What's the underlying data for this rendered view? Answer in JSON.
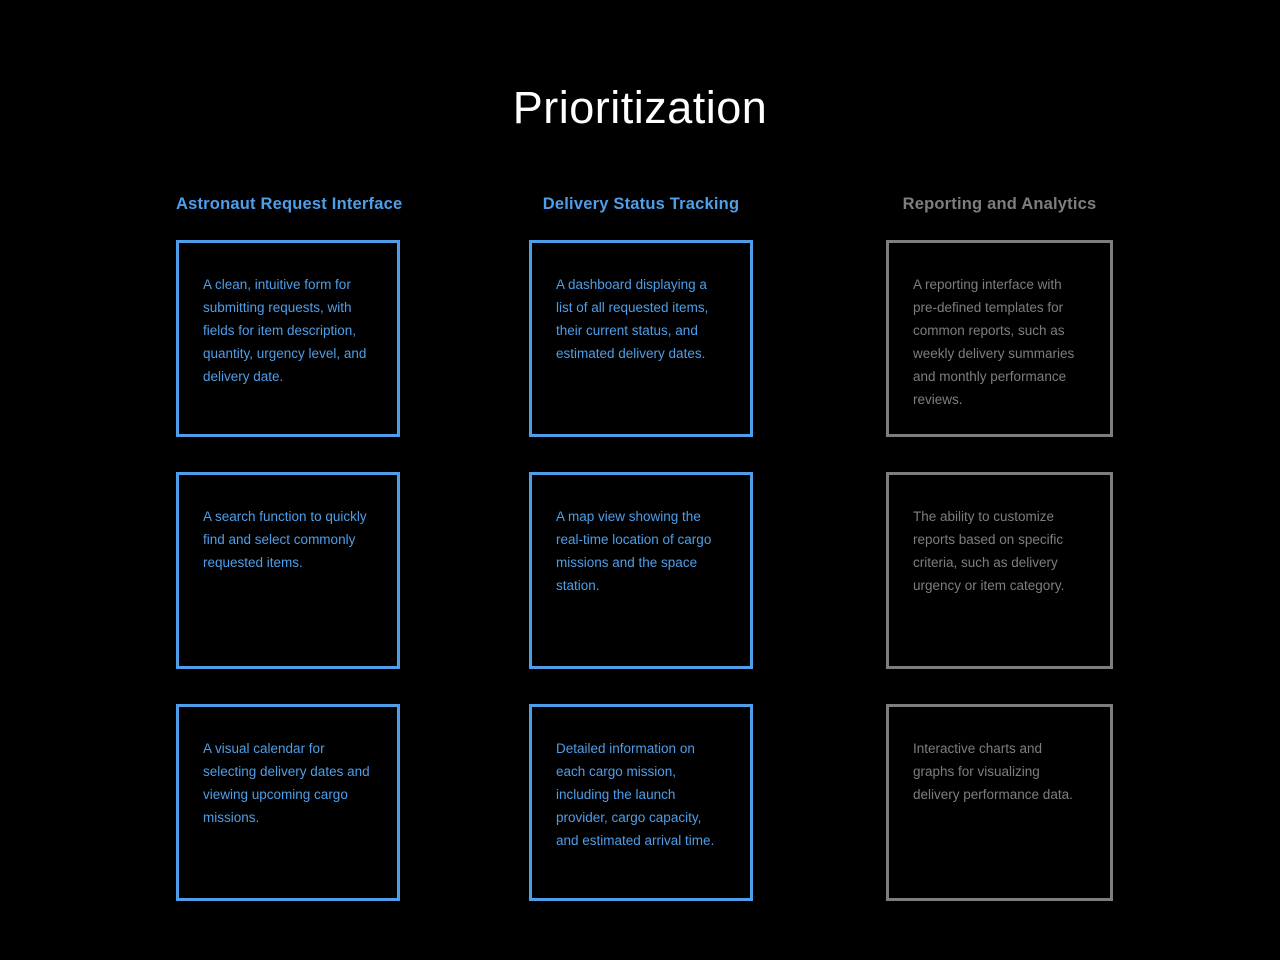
{
  "page": {
    "title": "Prioritization",
    "background_color": "#000000",
    "title_color": "#ffffff"
  },
  "columns": [
    {
      "header": "Astronaut Request Interface",
      "accent_color": "#4e9ee9",
      "cards": [
        {
          "text": "A clean, intuitive form for submitting requests, with fields for item description, quantity, urgency level, and delivery date."
        },
        {
          "text": "A search function to quickly find and select commonly requested items."
        },
        {
          "text": "A visual calendar for selecting delivery dates and viewing upcoming cargo missions."
        }
      ]
    },
    {
      "header": "Delivery Status Tracking",
      "accent_color": "#4e9ee9",
      "cards": [
        {
          "text": "A dashboard displaying a list of all requested items, their current status, and estimated delivery dates."
        },
        {
          "text": "A map view showing the real-time location of cargo missions and the space station."
        },
        {
          "text": "Detailed information on each cargo mission, including the launch provider, cargo capacity, and estimated arrival time."
        }
      ]
    },
    {
      "header": "Reporting and Analytics",
      "accent_color": "#7e7e7e",
      "cards": [
        {
          "text": "A reporting interface with pre-defined templates for common reports, such as weekly delivery summaries and monthly performance reviews."
        },
        {
          "text": "The ability to customize reports based on specific criteria, such as delivery urgency or item category."
        },
        {
          "text": "Interactive charts and graphs for visualizing delivery performance data."
        }
      ]
    }
  ]
}
